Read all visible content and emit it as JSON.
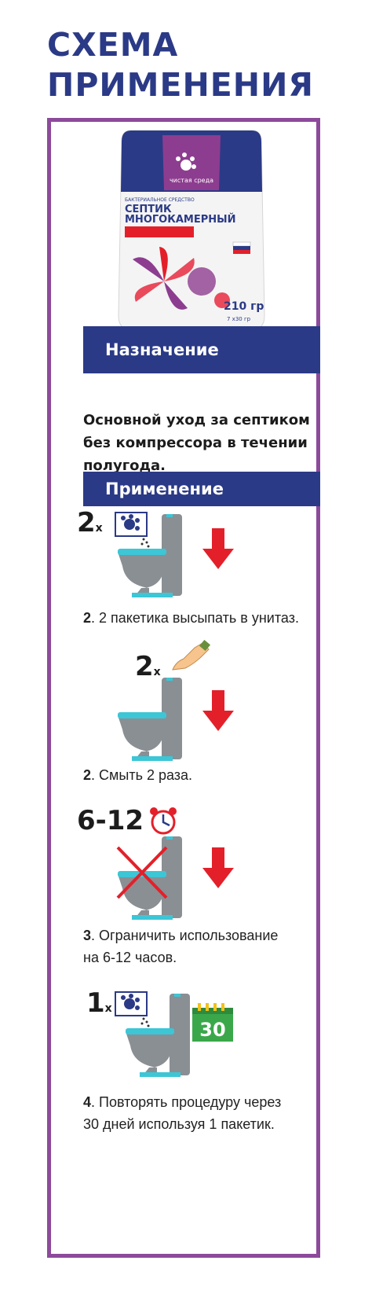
{
  "title_line1": "СХЕМА",
  "title_line2": "ПРИМЕНЕНИЯ",
  "package": {
    "brand": "чистая среда",
    "category": "БАКТЕРИАЛЬНОЕ СРЕДСТВО",
    "name_line1": "СЕПТИК",
    "name_line2": "МНОГОКАМЕРНЫЙ",
    "weight": "210 гр",
    "sachets": "7 x30 гр"
  },
  "section_purpose": "Назначение",
  "purpose_text": "Основной уход за септиком без компрессора в течении полугода.",
  "section_usage": "Применение",
  "steps": [
    {
      "multiplier": "2",
      "num": "2",
      "text": ". 2 пакетика высыпать в унитаз."
    },
    {
      "multiplier": "2",
      "num": "2",
      "text": ". Смыть 2 раза."
    },
    {
      "multiplier": "6-12",
      "num": "3",
      "text_line1": ". Ограничить использование",
      "text_line2": "на 6-12 часов."
    },
    {
      "multiplier": "1",
      "num": "4",
      "text_line1": ". Повторять процедуру через",
      "text_line2": "30 дней используя 1 пакетик.",
      "calendar_day": "30"
    }
  ],
  "colors": {
    "accent": "#2b3a86",
    "frame": "#8d4a9b",
    "arrow": "#e3202a",
    "toilet": "#8a8f94",
    "seat": "#3cc6d6",
    "calendar": "#3aa84a"
  }
}
